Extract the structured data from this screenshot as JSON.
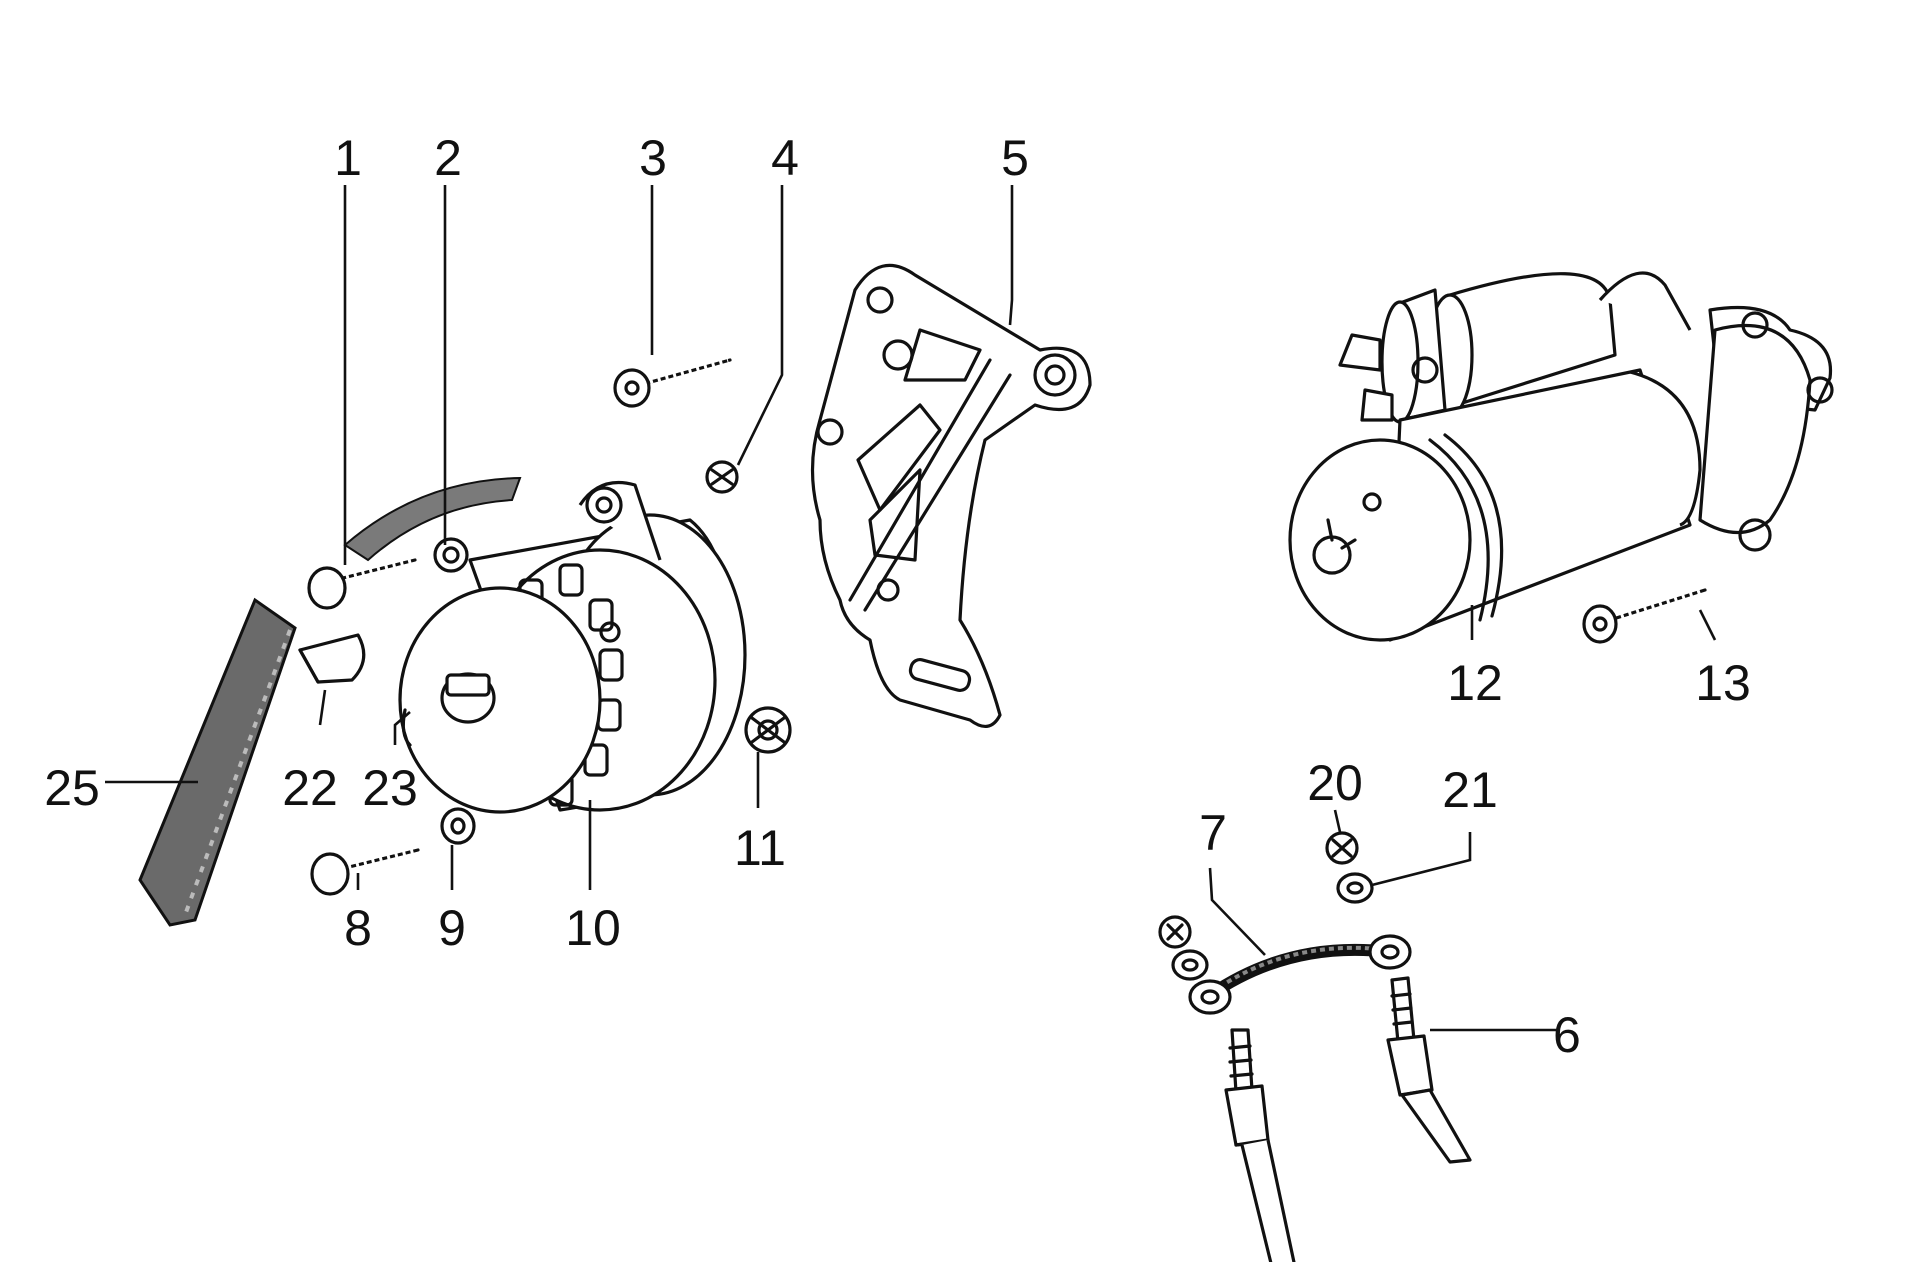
{
  "diagram": {
    "callouts": [
      {
        "id": "c1",
        "text": "1"
      },
      {
        "id": "c2",
        "text": "2"
      },
      {
        "id": "c3",
        "text": "3"
      },
      {
        "id": "c4",
        "text": "4"
      },
      {
        "id": "c5",
        "text": "5"
      },
      {
        "id": "c6",
        "text": "6"
      },
      {
        "id": "c7",
        "text": "7"
      },
      {
        "id": "c8",
        "text": "8"
      },
      {
        "id": "c9",
        "text": "9"
      },
      {
        "id": "c10",
        "text": "10"
      },
      {
        "id": "c11",
        "text": "11"
      },
      {
        "id": "c12",
        "text": "12"
      },
      {
        "id": "c13",
        "text": "13"
      },
      {
        "id": "c20",
        "text": "20"
      },
      {
        "id": "c21",
        "text": "21"
      },
      {
        "id": "c22",
        "text": "22"
      },
      {
        "id": "c23",
        "text": "23"
      },
      {
        "id": "c25",
        "text": "25"
      }
    ]
  }
}
